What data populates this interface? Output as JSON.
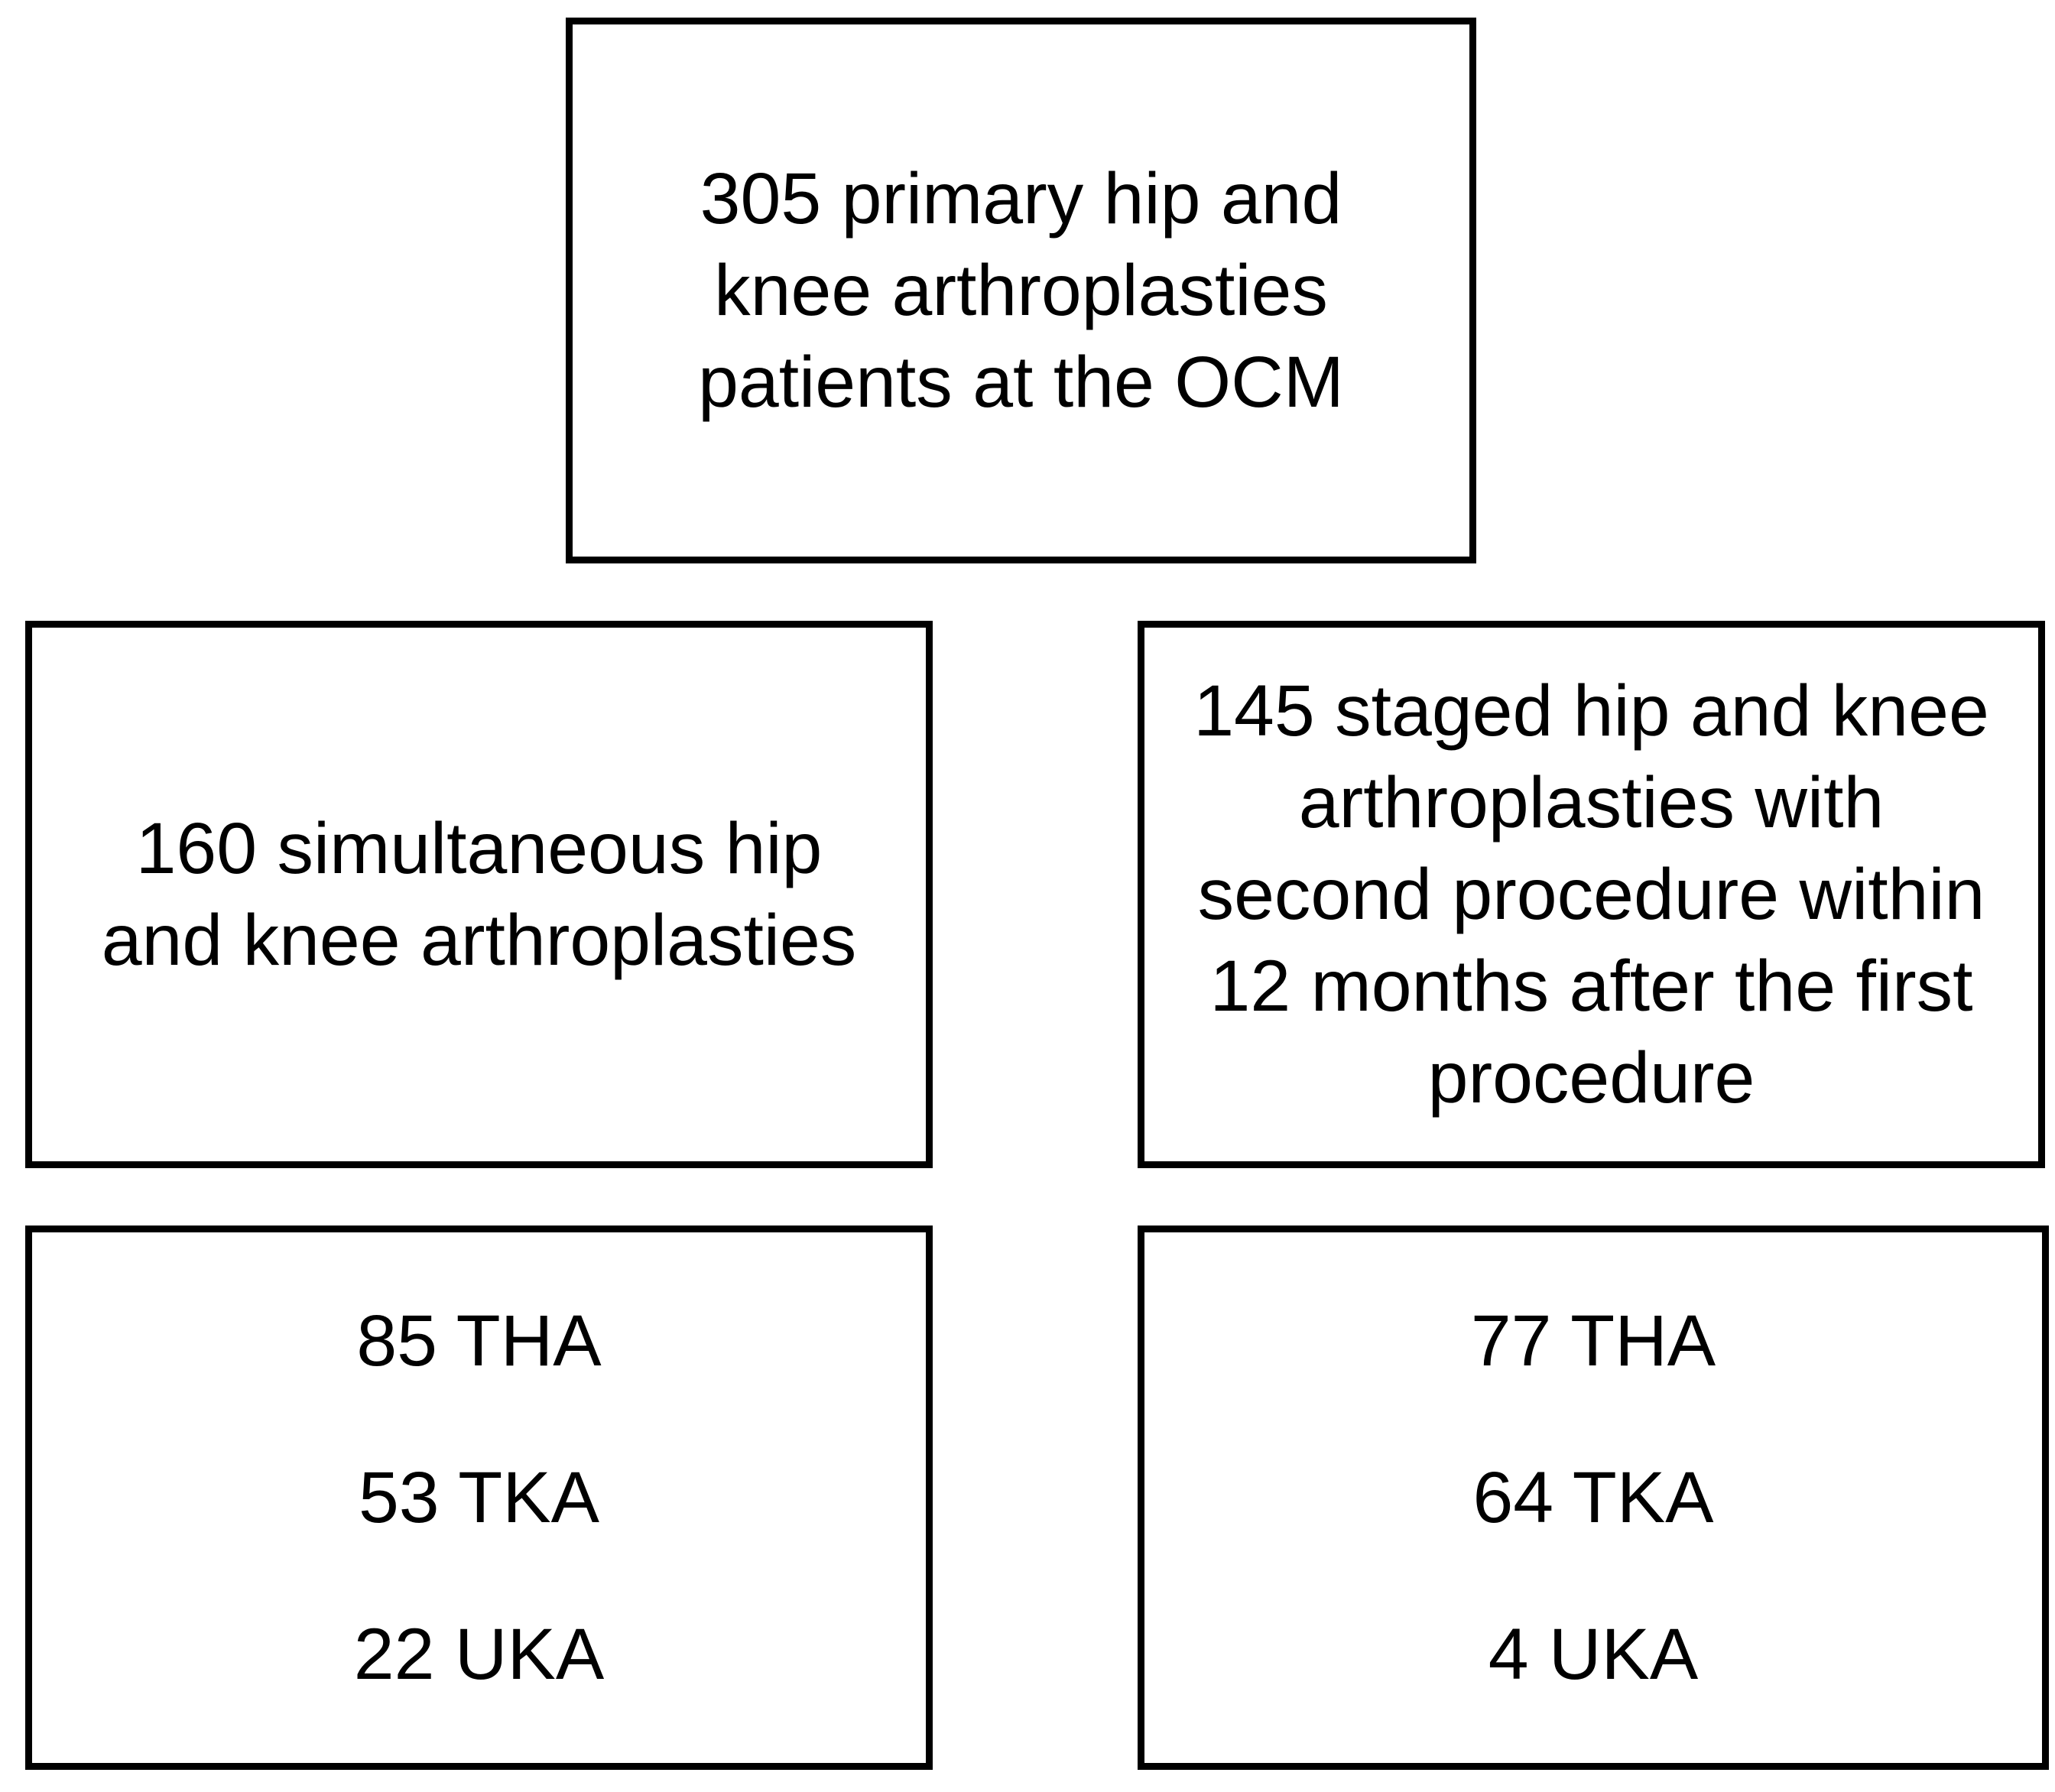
{
  "colors": {
    "border": "#000000",
    "background": "#ffffff",
    "text": "#000000"
  },
  "boxes": {
    "total": {
      "lines": [
        "305 primary hip and",
        "knee arthroplasties",
        "patients at the OCM"
      ]
    },
    "simultaneous": {
      "lines": [
        "160 simultaneous hip",
        "and knee arthroplasties"
      ]
    },
    "staged": {
      "lines": [
        "145 staged hip and knee",
        "arthroplasties with",
        "second procedure within",
        "12 months after the first",
        "procedure"
      ]
    },
    "simultaneous_breakdown": {
      "lines": [
        "85 THA",
        "53 TKA",
        "22 UKA"
      ]
    },
    "staged_breakdown": {
      "lines": [
        "77 THA",
        "64 TKA",
        "4 UKA"
      ]
    }
  }
}
